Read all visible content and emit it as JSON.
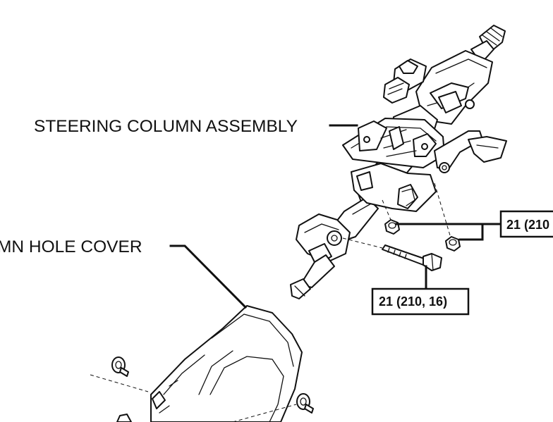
{
  "labels": {
    "steering_column_assembly": "STEERING COLUMN ASSEMBLY",
    "column_hole_cover": "MN HOLE COVER"
  },
  "torque_specs": {
    "nut_spec": "21 (210",
    "bolt_spec": "21 (210, 16)"
  },
  "colors": {
    "line": "#111111",
    "background": "#ffffff"
  }
}
